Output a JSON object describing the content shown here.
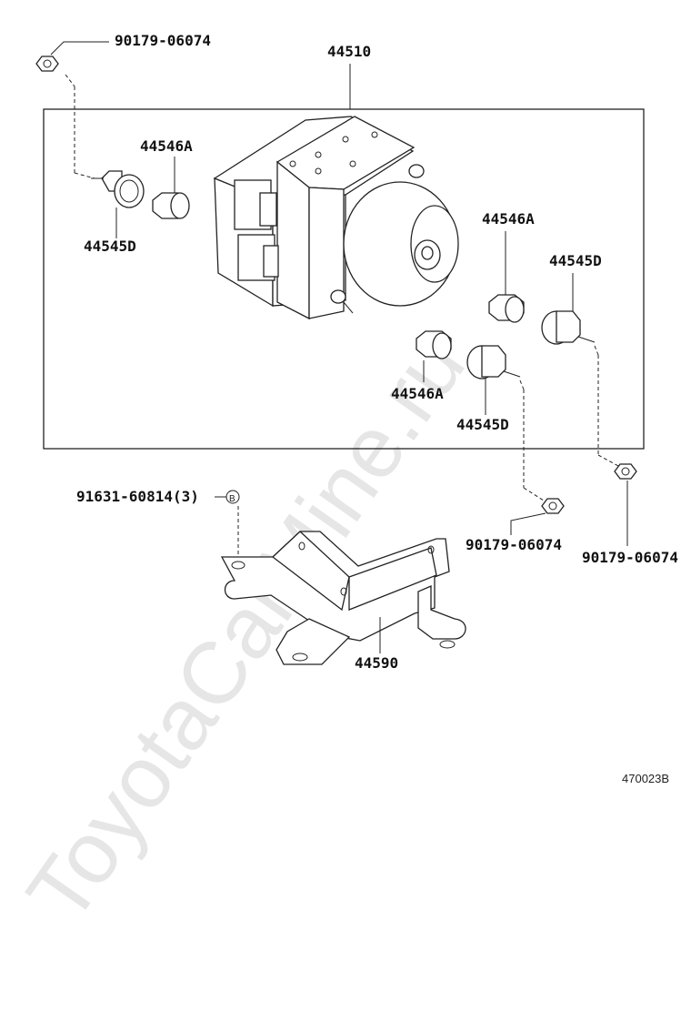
{
  "watermark": "ToyotaCarMine.ru",
  "figure_ref": "470023B",
  "labels": {
    "assembly": "44510",
    "nut_top_left": "90179-06074",
    "cushion_upper_left": "44546A",
    "grommet_upper_left": "44545D",
    "cushion_right": "44546A",
    "grommet_right": "44545D",
    "cushion_lower": "44546A",
    "grommet_lower": "44545D",
    "bolt": "91631-60814(3)",
    "bolt_marker": "B",
    "nut_bottom_mid": "90179-06074",
    "nut_bottom_right": "90179-06074",
    "bracket": "44590"
  }
}
